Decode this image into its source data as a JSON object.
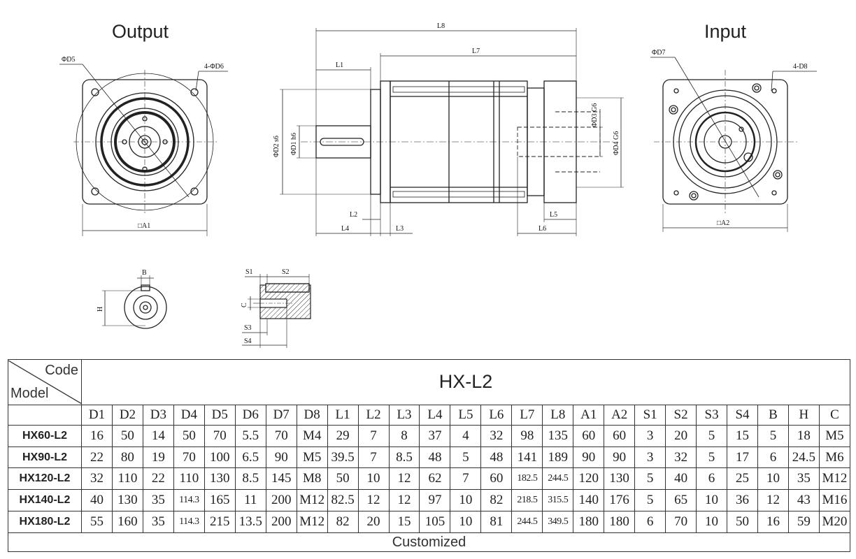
{
  "views": {
    "output_title": "Output",
    "input_title": "Input"
  },
  "dims": {
    "D5": "ΦD5",
    "D6": "4-ΦD6",
    "A1": "□A1",
    "L8": "L8",
    "L7": "L7",
    "L1": "L1",
    "D2": "ΦD2 s6",
    "D1": "ΦD1 h6",
    "D3": "ΦD3 G6",
    "D4": "ΦD4 G6",
    "L2": "L2",
    "L3": "L3",
    "L4": "L4",
    "L5": "L5",
    "L6": "L6",
    "D7": "ΦD7",
    "D8": "4-D8",
    "A2": "□A2",
    "B": "B",
    "H": "H",
    "S1": "S1",
    "S2": "S2",
    "S3": "S3",
    "S4": "S4",
    "C": "C"
  },
  "table": {
    "corner_code": "Code",
    "corner_model": "Model",
    "series": "HX-L2",
    "columns": [
      "D1",
      "D2",
      "D3",
      "D4",
      "D5",
      "D6",
      "D7",
      "D8",
      "L1",
      "L2",
      "L3",
      "L4",
      "L5",
      "L6",
      "L7",
      "L8",
      "A1",
      "A2",
      "S1",
      "S2",
      "S3",
      "S4",
      "B",
      "H",
      "C"
    ],
    "rows": [
      {
        "model": "HX60-L2",
        "values": [
          "16",
          "50",
          "14",
          "50",
          "70",
          "5.5",
          "70",
          "M4",
          "29",
          "7",
          "8",
          "37",
          "4",
          "32",
          "98",
          "135",
          "60",
          "60",
          "3",
          "20",
          "5",
          "15",
          "5",
          "18",
          "M5"
        ]
      },
      {
        "model": "HX90-L2",
        "values": [
          "22",
          "80",
          "19",
          "70",
          "100",
          "6.5",
          "90",
          "M5",
          "39.5",
          "7",
          "8.5",
          "48",
          "5",
          "48",
          "141",
          "189",
          "90",
          "90",
          "3",
          "32",
          "5",
          "17",
          "6",
          "24.5",
          "M6"
        ]
      },
      {
        "model": "HX120-L2",
        "values": [
          "32",
          "110",
          "22",
          "110",
          "130",
          "8.5",
          "145",
          "M8",
          "50",
          "10",
          "12",
          "62",
          "7",
          "60",
          "182.5",
          "244.5",
          "120",
          "130",
          "5",
          "40",
          "6",
          "25",
          "10",
          "35",
          "M12"
        ]
      },
      {
        "model": "HX140-L2",
        "values": [
          "40",
          "130",
          "35",
          "114.3",
          "165",
          "11",
          "200",
          "M12",
          "82.5",
          "12",
          "12",
          "97",
          "10",
          "82",
          "218.5",
          "315.5",
          "140",
          "176",
          "5",
          "65",
          "10",
          "36",
          "12",
          "43",
          "M16"
        ]
      },
      {
        "model": "HX180-L2",
        "values": [
          "55",
          "160",
          "35",
          "114.3",
          "215",
          "13.5",
          "200",
          "M12",
          "82",
          "20",
          "15",
          "105",
          "10",
          "81",
          "244.5",
          "349.5",
          "180",
          "180",
          "6",
          "70",
          "10",
          "50",
          "16",
          "59",
          "M20"
        ]
      }
    ],
    "footer": "Customized"
  }
}
